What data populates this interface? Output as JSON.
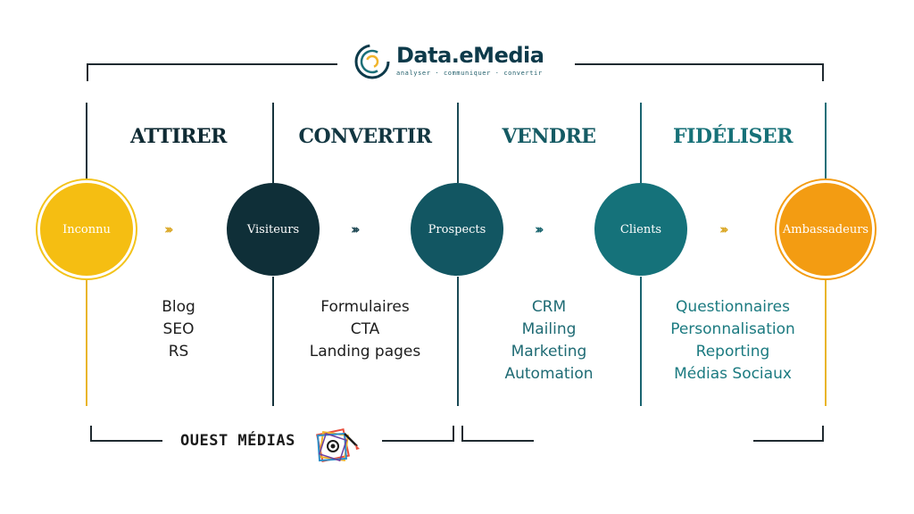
{
  "brand": {
    "name": "Data.eMedia",
    "tagline": "analyser · communiquer · convertir"
  },
  "stages": [
    {
      "title": "ATTIRER",
      "color": "#0f2a33",
      "tools": [
        "Blog",
        "SEO",
        "RS"
      ],
      "tool_color": "#1e1e1e"
    },
    {
      "title": "CONVERTIR",
      "color": "#123641",
      "tools": [
        "Formulaires",
        "CTA",
        "Landing pages"
      ],
      "tool_color": "#1e1e1e"
    },
    {
      "title": "VENDRE",
      "color": "#145a63",
      "tools": [
        "CRM",
        "Mailing",
        "Marketing",
        "Automation"
      ],
      "tool_color": "#1f6b74"
    },
    {
      "title": "FIDÉLISER",
      "color": "#177178",
      "tools": [
        "Questionnaires",
        "Personnalisation",
        "Reporting",
        "Médias Sociaux"
      ],
      "tool_color": "#1b7a80"
    }
  ],
  "nodes": [
    {
      "label": "Inconnu",
      "color": "#f5be12"
    },
    {
      "label": "Visiteurs",
      "color": "#0f2f38"
    },
    {
      "label": "Prospects",
      "color": "#125662"
    },
    {
      "label": "Clients",
      "color": "#15727a"
    },
    {
      "label": "Ambassadeurs",
      "color": "#f39c12"
    }
  ],
  "arrows": [
    {
      "glyph": "›››",
      "color": "#d9a520"
    },
    {
      "glyph": "›››",
      "color": "#1a4450"
    },
    {
      "glyph": "›››",
      "color": "#14616b"
    },
    {
      "glyph": "›››",
      "color": "#d9a520"
    }
  ],
  "footer": {
    "brand": "OUEST MÉDIAS"
  },
  "colors": {
    "frame_dark": "#16333c",
    "frame_teal": "#1a6f78",
    "frame_gold": "#e9b52a"
  }
}
